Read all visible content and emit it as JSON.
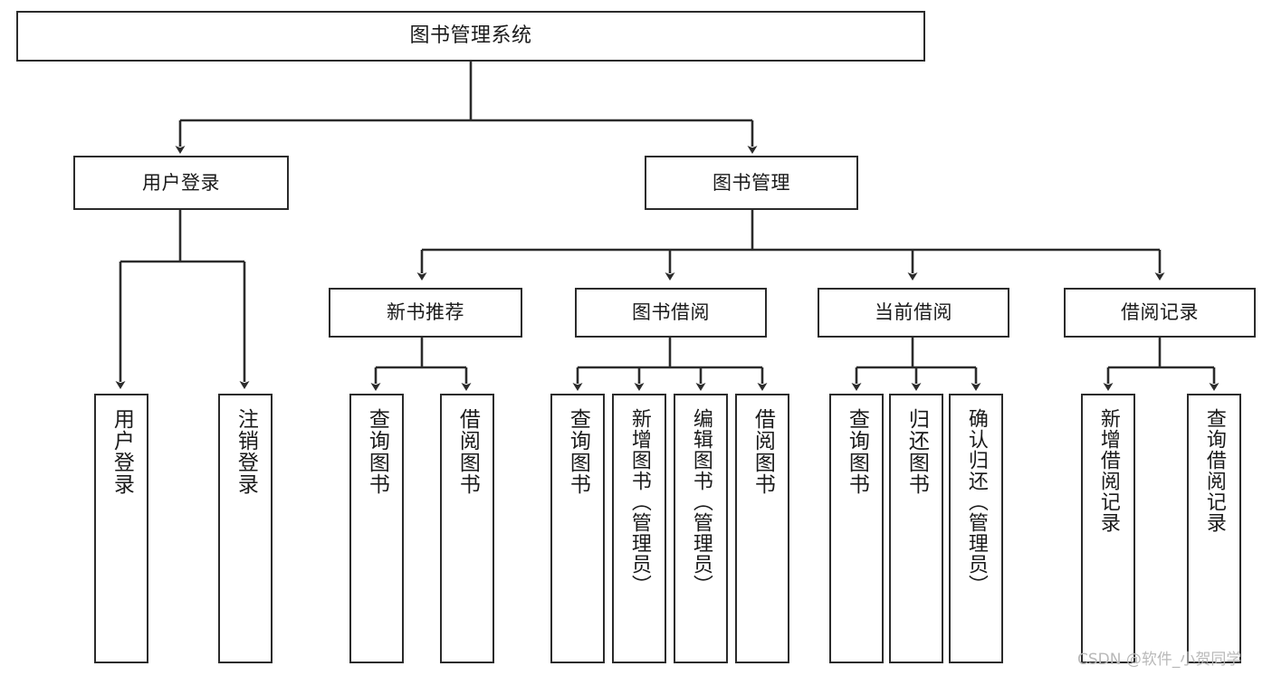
{
  "diagram": {
    "type": "tree-hierarchy",
    "title": "图书管理系统",
    "orientation": "top-down",
    "colors": {
      "stroke": "#2b2b2b",
      "fill": "#ffffff",
      "text": "#1a1a1a",
      "watermark": "#b9b9b9"
    }
  },
  "watermark": {
    "text": "CSDN @软件_小贺同学"
  },
  "nodes": {
    "root": {
      "label": "图书管理系统"
    },
    "level2": [
      {
        "id": "user-login",
        "label": "用户登录"
      },
      {
        "id": "book-manage",
        "label": "图书管理"
      }
    ],
    "level3": [
      {
        "id": "new-book-rec",
        "label": "新书推荐"
      },
      {
        "id": "book-borrow",
        "label": "图书借阅"
      },
      {
        "id": "current-borrow",
        "label": "当前借阅"
      },
      {
        "id": "borrow-record",
        "label": "借阅记录"
      }
    ],
    "leaves": {
      "user-login": [
        {
          "id": "leaf-user-login",
          "label": "用户登录"
        },
        {
          "id": "leaf-logout",
          "label": "注销登录"
        }
      ],
      "new-book-rec": [
        {
          "id": "leaf-query-book-1",
          "label": "查询图书"
        },
        {
          "id": "leaf-borrow-book-1",
          "label": "借阅图书"
        }
      ],
      "book-borrow": [
        {
          "id": "leaf-query-book-2",
          "label": "查询图书"
        },
        {
          "id": "leaf-add-book",
          "label": "新增图书（管理员）"
        },
        {
          "id": "leaf-edit-book",
          "label": "编辑图书（管理员）"
        },
        {
          "id": "leaf-borrow-book-2",
          "label": "借阅图书"
        }
      ],
      "current-borrow": [
        {
          "id": "leaf-query-book-3",
          "label": "查询图书"
        },
        {
          "id": "leaf-return-book",
          "label": "归还图书"
        },
        {
          "id": "leaf-confirm-return",
          "label": "确认归还（管理员）"
        }
      ],
      "borrow-record": [
        {
          "id": "leaf-add-record",
          "label": "新增借阅记录"
        },
        {
          "id": "leaf-query-record",
          "label": "查询借阅记录"
        }
      ]
    }
  }
}
